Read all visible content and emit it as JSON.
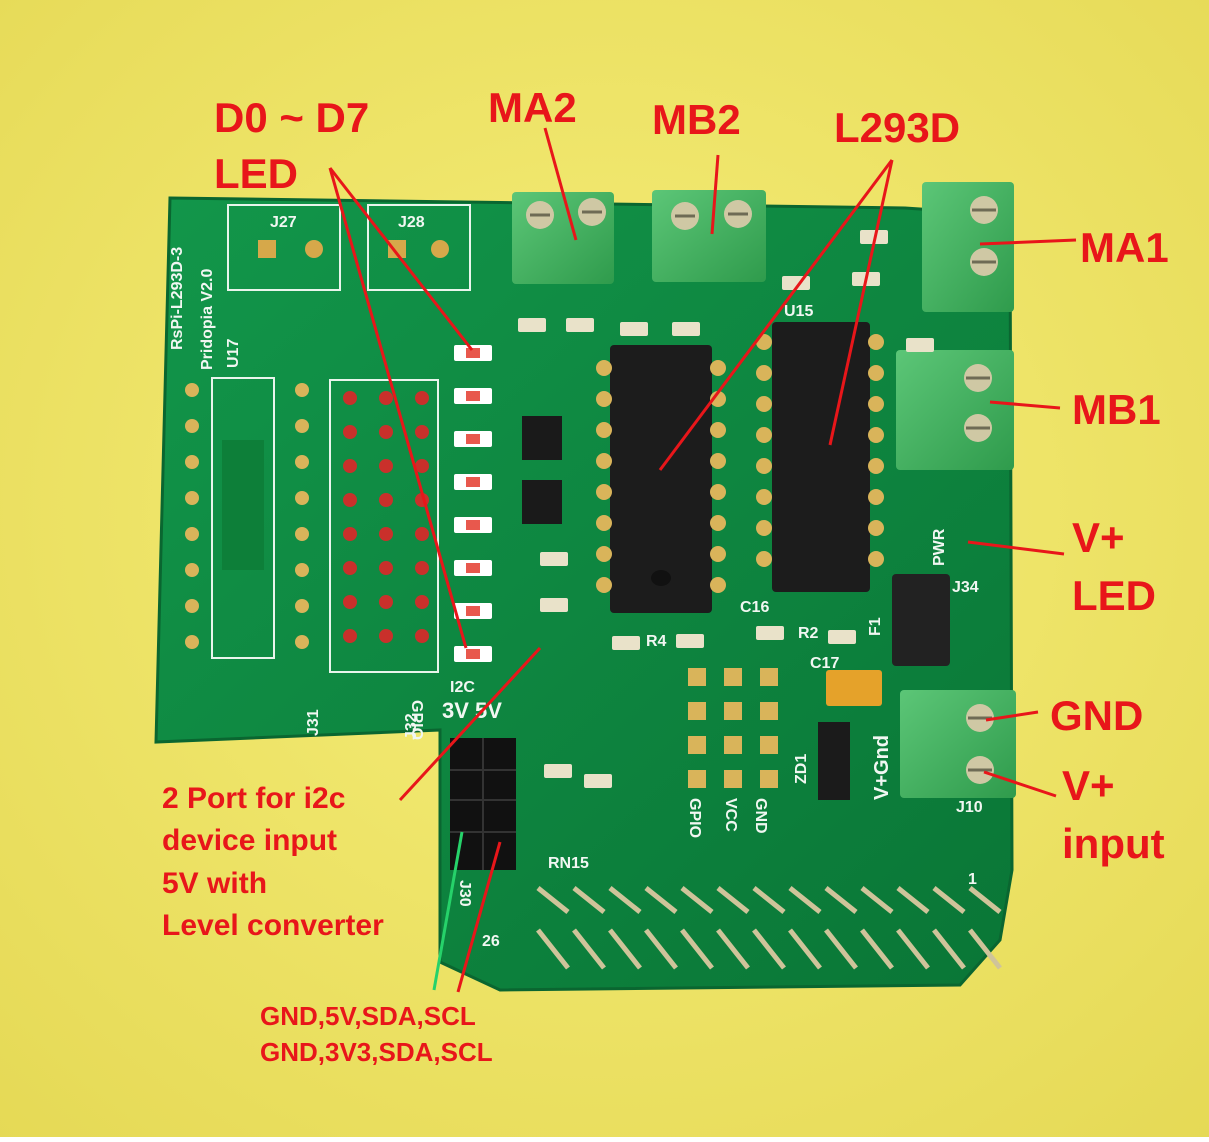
{
  "labels": {
    "d0_d7": "D0 ~ D7",
    "d0_d7_led": "LED",
    "ma2": "MA2",
    "mb2": "MB2",
    "l293d": "L293D",
    "ma1": "MA1",
    "mb1": "MB1",
    "vplus_led_1": "V+",
    "vplus_led_2": "LED",
    "gnd": "GND",
    "vplus_input_1": "V+",
    "vplus_input_2": "input",
    "i2c_port_lines": [
      "2 Port for i2c",
      "device input",
      "5V with",
      "Level converter"
    ],
    "pinout_5v": "GND,5V,SDA,SCL",
    "pinout_3v3": "GND,3V3,SDA,SCL"
  },
  "silkscreen": {
    "board_name": "RsPi-L293D-3",
    "board_version": "Pridopia V2.0",
    "j27": "J27",
    "j28": "J28",
    "j31": "J31",
    "j32": "J32",
    "j34": "J34",
    "j30": "J30",
    "j10": "J10",
    "u15": "U15",
    "u17": "U17",
    "i2c": "I2C",
    "v3v_5v": "3V 5V",
    "gpio": "GPIO",
    "vcc": "VCC",
    "gnd": "GND",
    "vgnd": "V+Gnd",
    "pwr": "PWR",
    "pin1": "1",
    "pin26": "26",
    "f1": "F1",
    "c17": "C17",
    "zd1": "ZD1",
    "rn15": "RN15",
    "c16": "C16",
    "r4": "R4",
    "r2": "R2"
  },
  "colors": {
    "background": "#f1e86a",
    "pcb": "#0e8a3f",
    "label_red": "#e8161a",
    "terminal_green": "#3fae5a",
    "arrow_green": "#26d26a"
  }
}
